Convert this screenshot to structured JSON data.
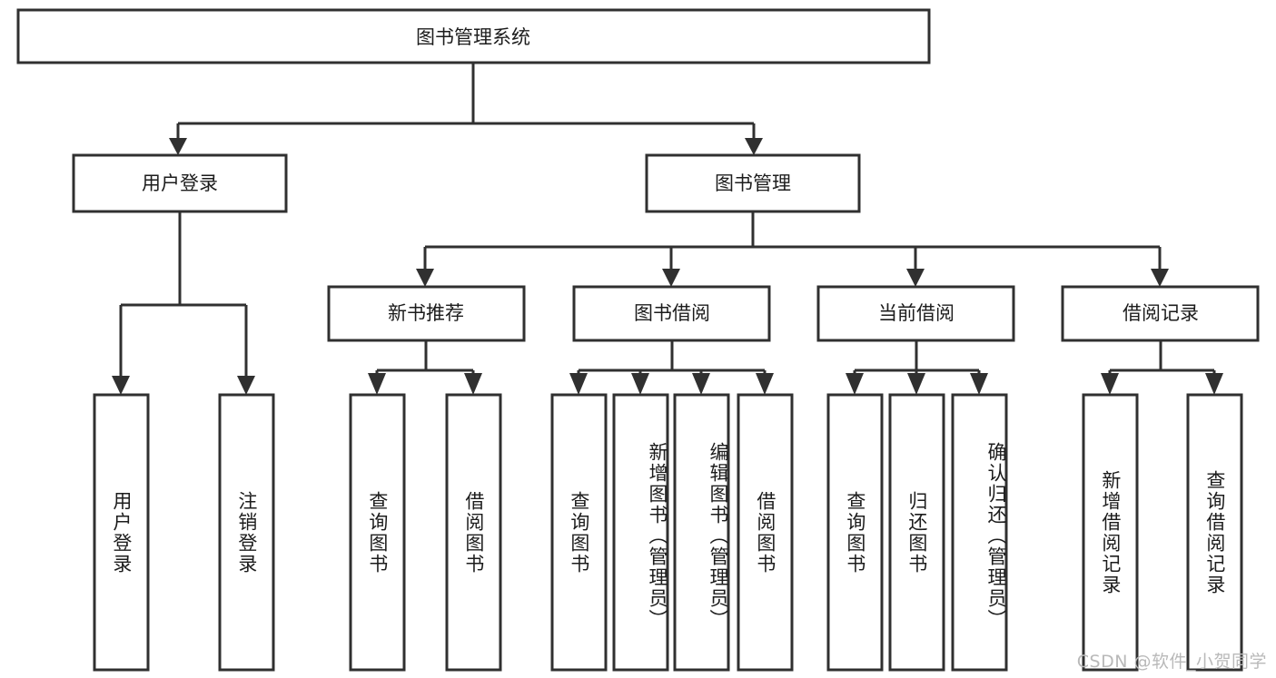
{
  "diagram": {
    "type": "tree",
    "title": "图书管理系统",
    "colors": {
      "stroke": "#303030",
      "fill": "#ffffff",
      "text": "#1c1c1c",
      "watermark": "#b9b9b9",
      "background": "#ffffff"
    },
    "root": {
      "id": "root",
      "label": "图书管理系统",
      "orientation": "horizontal"
    },
    "level2": [
      {
        "id": "user-login",
        "label": "用户登录",
        "orientation": "horizontal"
      },
      {
        "id": "book-management",
        "label": "图书管理",
        "orientation": "horizontal"
      }
    ],
    "level3": [
      {
        "id": "new-book-recommend",
        "label": "新书推荐",
        "orientation": "horizontal",
        "parent": "book-management"
      },
      {
        "id": "book-borrow",
        "label": "图书借阅",
        "orientation": "horizontal",
        "parent": "book-management"
      },
      {
        "id": "current-borrow",
        "label": "当前借阅",
        "orientation": "horizontal",
        "parent": "book-management"
      },
      {
        "id": "borrow-record",
        "label": "借阅记录",
        "orientation": "horizontal",
        "parent": "book-management"
      }
    ],
    "leaves": {
      "user-login": [
        {
          "id": "leaf-user-login",
          "label": "用户登录",
          "orientation": "vertical"
        },
        {
          "id": "leaf-user-logout",
          "label": "注销登录",
          "orientation": "vertical"
        }
      ],
      "new-book-recommend": [
        {
          "id": "leaf-query-book-1",
          "label": "查询图书",
          "orientation": "vertical"
        },
        {
          "id": "leaf-borrow-book-1",
          "label": "借阅图书",
          "orientation": "vertical"
        }
      ],
      "book-borrow": [
        {
          "id": "leaf-query-book-2",
          "label": "查询图书",
          "orientation": "vertical"
        },
        {
          "id": "leaf-add-book",
          "label": "新增图书（管理员）",
          "orientation": "vertical"
        },
        {
          "id": "leaf-edit-book",
          "label": "编辑图书（管理员）",
          "orientation": "vertical"
        },
        {
          "id": "leaf-borrow-book-2",
          "label": "借阅图书",
          "orientation": "vertical"
        }
      ],
      "current-borrow": [
        {
          "id": "leaf-query-book-3",
          "label": "查询图书",
          "orientation": "vertical"
        },
        {
          "id": "leaf-return-book",
          "label": "归还图书",
          "orientation": "vertical"
        },
        {
          "id": "leaf-confirm-return",
          "label": "确认归还（管理员）",
          "orientation": "vertical"
        }
      ],
      "borrow-record": [
        {
          "id": "leaf-add-record",
          "label": "新增借阅记录",
          "orientation": "vertical"
        },
        {
          "id": "leaf-query-record",
          "label": "查询借阅记录",
          "orientation": "vertical"
        }
      ]
    },
    "watermark": "CSDN @软件_小贺同学"
  }
}
